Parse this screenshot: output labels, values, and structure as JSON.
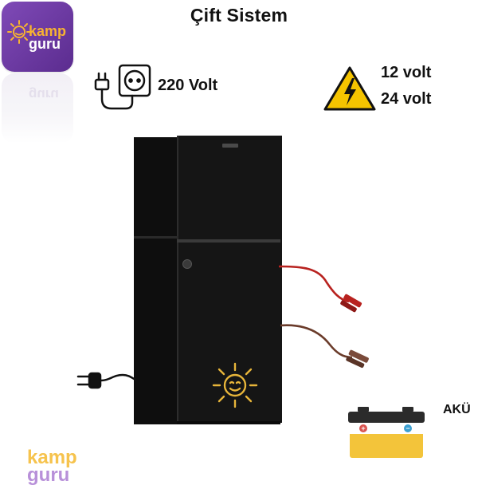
{
  "title": "Çift Sistem",
  "logo": {
    "word_top": "kamp",
    "word_bottom": "guru",
    "tile_color": "#6a3aa3",
    "accent_color": "#f7b332"
  },
  "power": {
    "ac_label": "220 Volt",
    "dc_label_1": "12 volt",
    "dc_label_2": "24 volt"
  },
  "battery": {
    "label": "AKÜ",
    "plus": "+",
    "minus": "−"
  },
  "icons": {
    "plug_socket": "plug-socket-icon",
    "high_voltage": "high-voltage-warning-icon",
    "power_plug": "power-plug-icon",
    "sun_emblem": "sun-face-icon",
    "battery": "car-battery-icon"
  },
  "colors": {
    "warning_yellow": "#f5c400",
    "fridge_black": "#151515",
    "wire_red": "#b8221f",
    "wire_brown": "#6a3b2a",
    "sun_gold": "#e7b53a"
  }
}
